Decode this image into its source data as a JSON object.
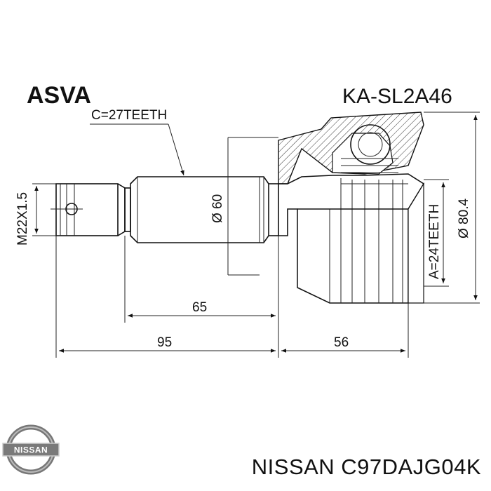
{
  "brand": "ASVA",
  "part_number": "KA-SL2A46",
  "callouts": {
    "spline_outer": "C=27TEETH",
    "thread": "M22X1.5",
    "shaft_diameter": "Ø 60",
    "housing_diameter": "Ø 80.4",
    "spline_inner": "A=24TEETH"
  },
  "dimensions": {
    "shaft_length": "65",
    "overall_left": "95",
    "overall_right": "56"
  },
  "footer": {
    "logo_text": "NISSAN",
    "caption": "NISSAN C97DAJG04K"
  }
}
